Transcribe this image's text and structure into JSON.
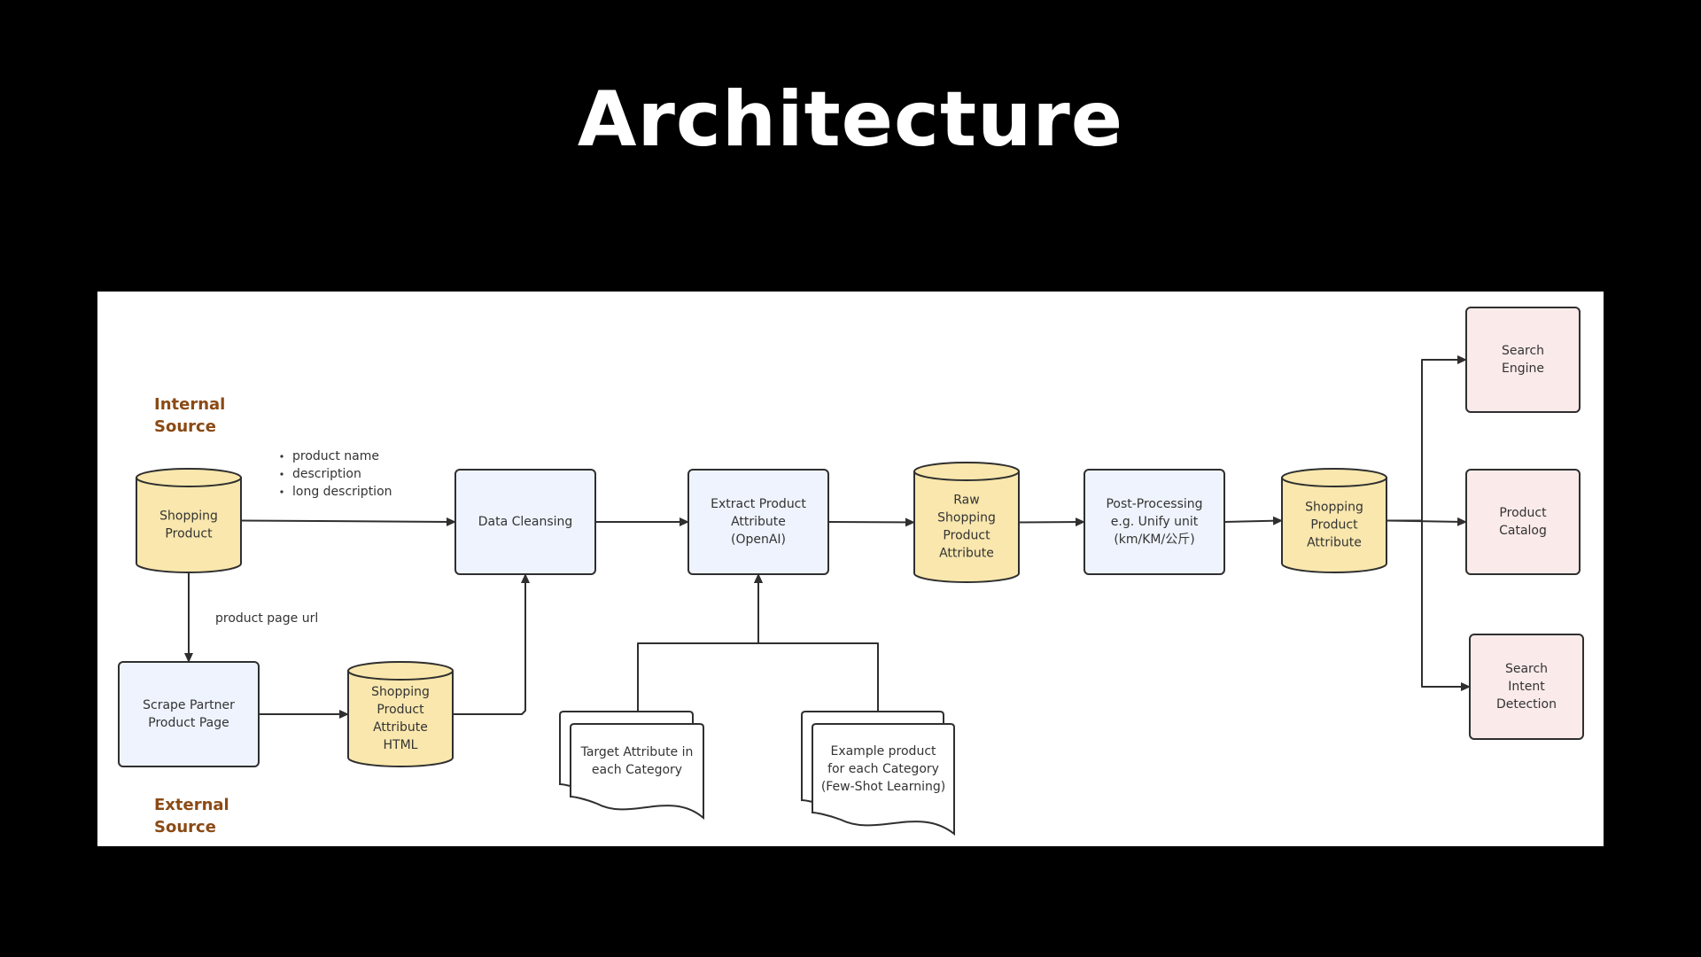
{
  "slide": {
    "title": "Architecture"
  },
  "diagram": {
    "colors": {
      "process_fill": "#eef3fd",
      "datastore_fill": "#f9e7ad",
      "output_fill": "#fbeaea",
      "source_label": "#8b4a14",
      "stroke": "#2f2f2f",
      "background": "#ffffff"
    },
    "source_labels": {
      "internal": [
        "Internal",
        "Source"
      ],
      "external": [
        "External",
        "Source"
      ]
    },
    "attribute_list": [
      "product name",
      "description",
      "long description"
    ],
    "edge_labels": {
      "product_page_url": "product page url"
    },
    "nodes": {
      "shopping_product": {
        "shape": "datastore",
        "lines": [
          "Shopping",
          "Product"
        ]
      },
      "scrape_partner": {
        "shape": "process",
        "lines": [
          "Scrape Partner",
          "Product Page"
        ]
      },
      "shopping_product_attribute_html": {
        "shape": "datastore",
        "lines": [
          "Shopping",
          "Product",
          "Attribute",
          "HTML"
        ]
      },
      "data_cleansing": {
        "shape": "process",
        "lines": [
          "Data Cleansing"
        ]
      },
      "extract_product_attribute": {
        "shape": "process",
        "lines": [
          "Extract Product",
          "Attribute",
          "(OpenAI)"
        ]
      },
      "target_attribute_doc": {
        "shape": "documents",
        "lines": [
          "Target Attribute in",
          "each Category"
        ]
      },
      "example_product_doc": {
        "shape": "documents",
        "lines": [
          "Example product",
          "for each Category",
          "(Few-Shot Learning)"
        ]
      },
      "raw_shopping_product_attribute": {
        "shape": "datastore",
        "lines": [
          "Raw",
          "Shopping",
          "Product",
          "Attribute"
        ]
      },
      "post_processing": {
        "shape": "process",
        "lines": [
          "Post-Processing",
          "e.g. Unify unit",
          "(km/KM/公斤)"
        ]
      },
      "shopping_product_attribute": {
        "shape": "datastore",
        "lines": [
          "Shopping",
          "Product",
          "Attribute"
        ]
      },
      "search_engine": {
        "shape": "output",
        "lines": [
          "Search",
          "Engine"
        ]
      },
      "product_catalog": {
        "shape": "output",
        "lines": [
          "Product",
          "Catalog"
        ]
      },
      "search_intent_detection": {
        "shape": "output",
        "lines": [
          "Search",
          "Intent",
          "Detection"
        ]
      }
    },
    "edges": [
      [
        "shopping_product",
        "data_cleansing"
      ],
      [
        "shopping_product",
        "scrape_partner"
      ],
      [
        "scrape_partner",
        "shopping_product_attribute_html"
      ],
      [
        "shopping_product_attribute_html",
        "data_cleansing"
      ],
      [
        "data_cleansing",
        "extract_product_attribute"
      ],
      [
        "target_attribute_doc",
        "extract_product_attribute"
      ],
      [
        "example_product_doc",
        "extract_product_attribute"
      ],
      [
        "extract_product_attribute",
        "raw_shopping_product_attribute"
      ],
      [
        "raw_shopping_product_attribute",
        "post_processing"
      ],
      [
        "post_processing",
        "shopping_product_attribute"
      ],
      [
        "shopping_product_attribute",
        "search_engine"
      ],
      [
        "shopping_product_attribute",
        "product_catalog"
      ],
      [
        "shopping_product_attribute",
        "search_intent_detection"
      ]
    ]
  }
}
